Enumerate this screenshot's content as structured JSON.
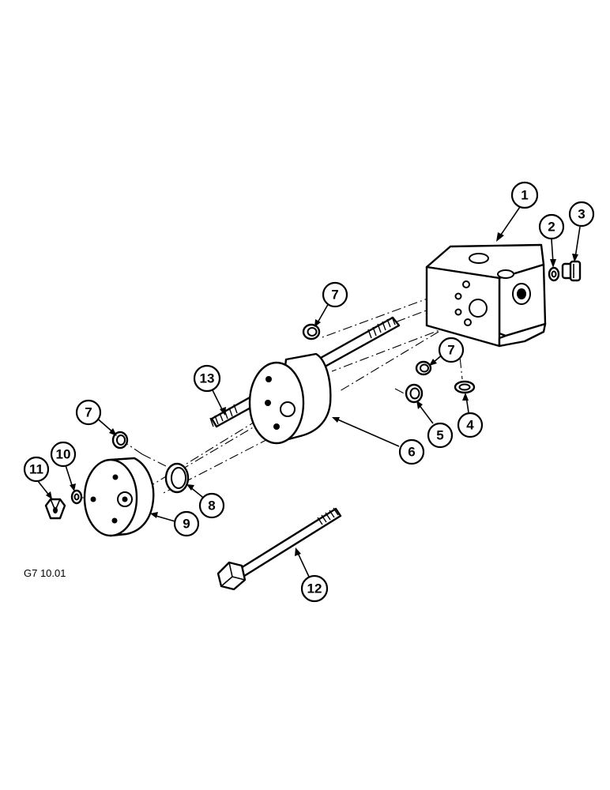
{
  "figure_code": "G7 10.01",
  "callouts": [
    {
      "id": "c1",
      "label": "1"
    },
    {
      "id": "c2",
      "label": "2"
    },
    {
      "id": "c3",
      "label": "3"
    },
    {
      "id": "c4",
      "label": "4"
    },
    {
      "id": "c5",
      "label": "5"
    },
    {
      "id": "c6",
      "label": "6"
    },
    {
      "id": "c7a",
      "label": "7"
    },
    {
      "id": "c7b",
      "label": "7"
    },
    {
      "id": "c7c",
      "label": "7"
    },
    {
      "id": "c8",
      "label": "8"
    },
    {
      "id": "c9",
      "label": "9"
    },
    {
      "id": "c10",
      "label": "10"
    },
    {
      "id": "c11",
      "label": "11"
    },
    {
      "id": "c12",
      "label": "12"
    },
    {
      "id": "c13",
      "label": "13"
    }
  ]
}
